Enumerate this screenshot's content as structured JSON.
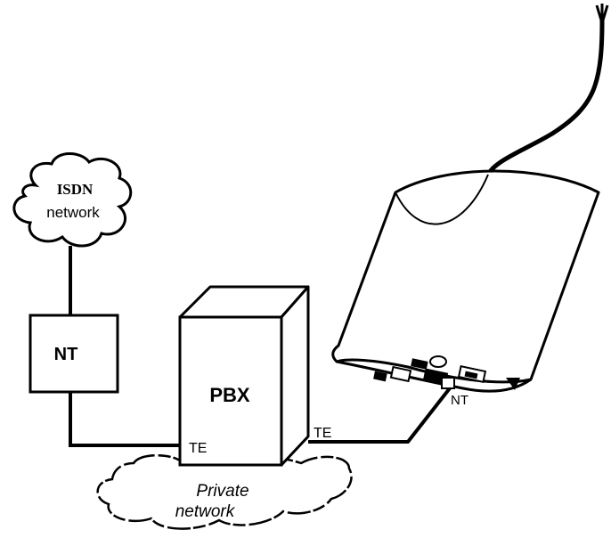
{
  "cloud_isdn": {
    "line1": "ISDN",
    "line2": "network"
  },
  "nt_box": {
    "label": "NT"
  },
  "pbx": {
    "label": "PBX",
    "port_label": "TE"
  },
  "device": {
    "port_te_label": "TE",
    "port_nt_label": "NT"
  },
  "private_cloud": {
    "line1": "Private",
    "line2": "network"
  },
  "colors": {
    "line": "#000000",
    "fill": "#ffffff"
  },
  "icons": {
    "isdn_cloud": "cloud-icon",
    "private_cloud": "cloud-icon",
    "pbx": "pbx-box-icon",
    "device": "isdn-router-device-icon",
    "antenna": "antenna-icon"
  }
}
